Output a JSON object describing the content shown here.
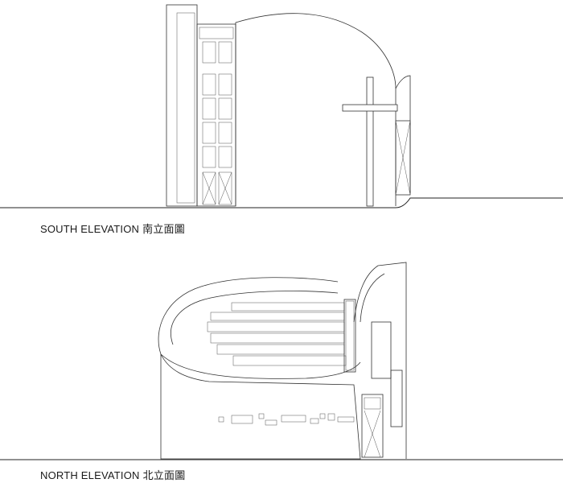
{
  "drawings": [
    {
      "id": "south",
      "title_en": "SOUTH ELEVATION",
      "title_zh": "南立面圖"
    },
    {
      "id": "north",
      "title_en": "NORTH ELEVATION",
      "title_zh": "北立面圖"
    }
  ],
  "colors": {
    "line": "#333333",
    "ground": "#222222",
    "paper": "#ffffff"
  }
}
